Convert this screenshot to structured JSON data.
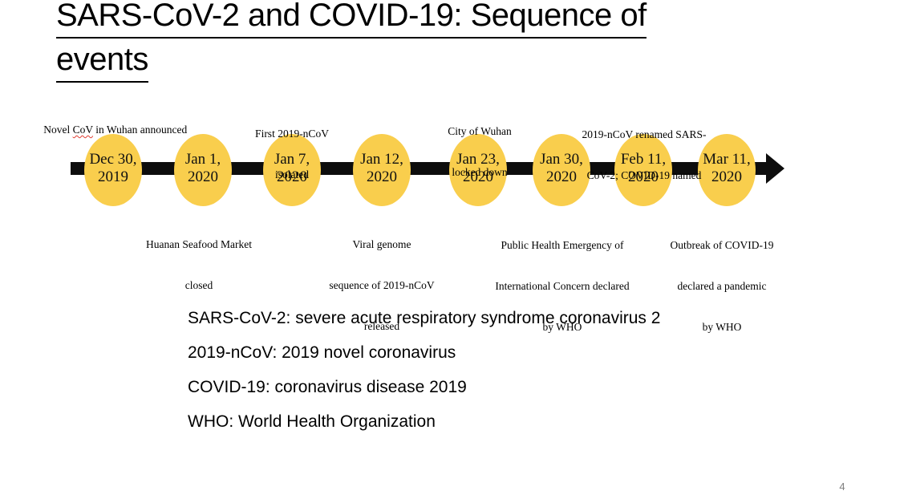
{
  "slide": {
    "title_line1": "SARS-CoV-2 and COVID-19: Sequence of",
    "title_line2": "events",
    "page_number": "4"
  },
  "timeline": {
    "dates": [
      {
        "line1": "Dec 30,",
        "line2": "2019"
      },
      {
        "line1": "Jan 1,",
        "line2": "2020"
      },
      {
        "line1": "Jan 7,",
        "line2": "2020"
      },
      {
        "line1": "Jan 12,",
        "line2": "2020"
      },
      {
        "line1": "Jan 23,",
        "line2": "2020"
      },
      {
        "line1": "Jan 30,",
        "line2": "2020"
      },
      {
        "line1": "Feb 11,",
        "line2": "2020"
      },
      {
        "line1": "Mar 11,",
        "line2": "2020"
      }
    ],
    "labels_above": [
      {
        "pre": "Novel ",
        "spellchecked_word": "CoV",
        "post": " in Wuhan announced"
      },
      {
        "lines": [
          "First 2019-nCoV",
          "isolated"
        ]
      },
      {
        "lines": [
          "City of Wuhan",
          "locked down"
        ]
      },
      {
        "lines": [
          "2019-nCoV renamed SARS-",
          "CoV-2; COVID-19 named"
        ]
      }
    ],
    "labels_below": [
      {
        "lines": [
          "Huanan Seafood Market",
          "closed"
        ]
      },
      {
        "lines": [
          "Viral genome",
          "sequence of 2019-nCoV",
          "released"
        ]
      },
      {
        "lines": [
          "Public Health Emergency of",
          "International Concern declared",
          "by WHO"
        ]
      },
      {
        "lines": [
          "Outbreak of COVID-19",
          "declared a pandemic",
          "by WHO"
        ]
      }
    ]
  },
  "definitions": {
    "items": [
      "SARS-CoV-2: severe acute respiratory syndrome coronavirus 2",
      "2019-nCoV: 2019 novel coronavirus",
      "COVID-19: coronavirus disease 2019",
      "WHO: World Health Organization"
    ]
  },
  "colors": {
    "circle_fill": "#F9CE4D",
    "arrow": "#0d0d0d",
    "spellcheck_underline": "#e03c31",
    "page_number": "#7f7f7f"
  }
}
